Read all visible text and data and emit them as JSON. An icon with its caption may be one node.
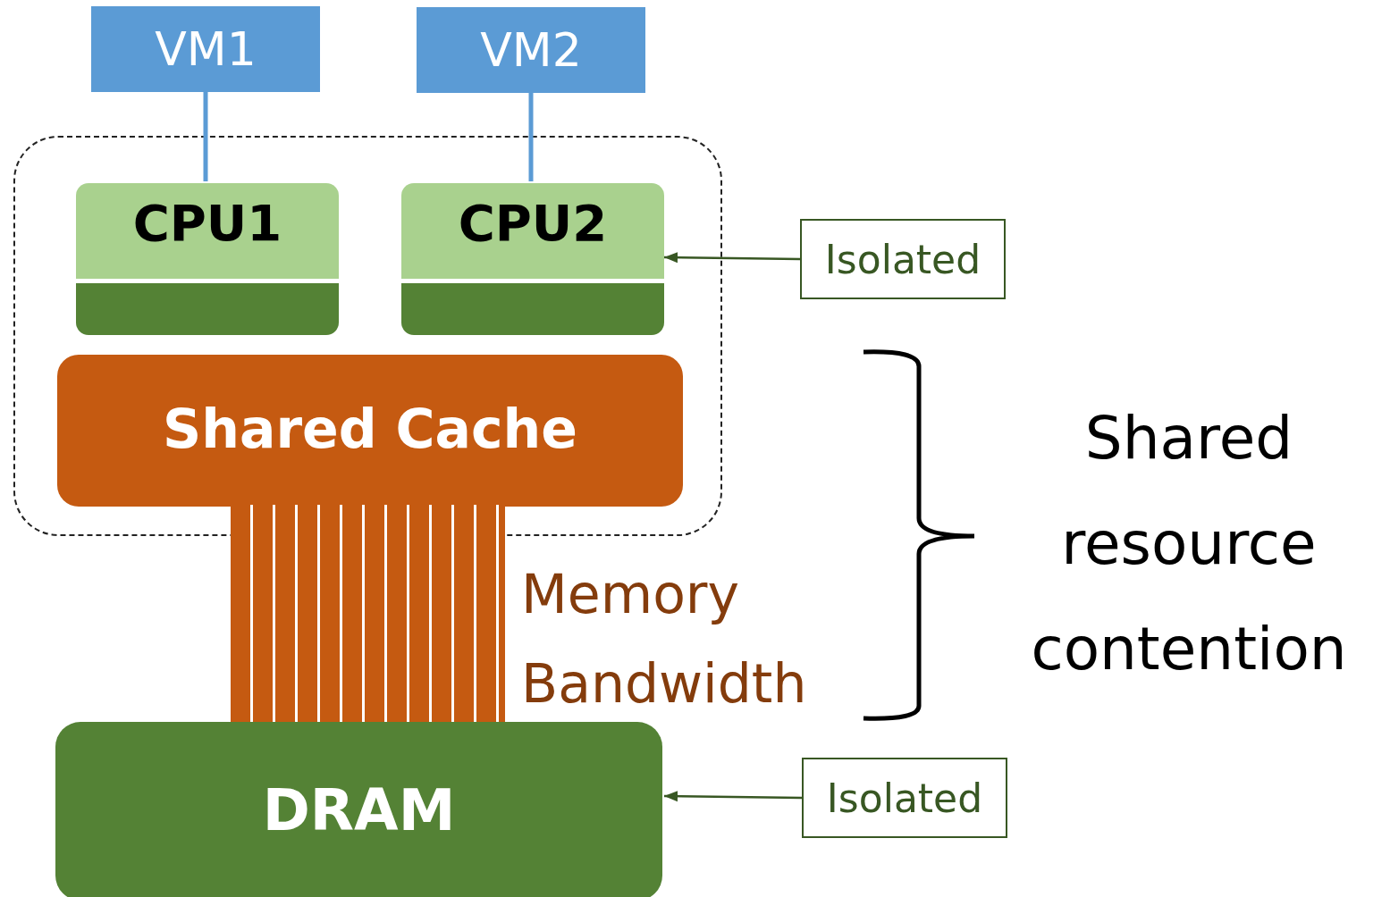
{
  "diagram": {
    "nodes": [
      {
        "text": [
          "VM1"
        ]
      },
      {
        "text": [
          "VM2"
        ]
      },
      {
        "text": [],
        "shape": "box"
      },
      {
        "text": [
          "CPU1"
        ],
        "in": 2
      },
      {
        "text": [
          "CPU2"
        ],
        "in": 2
      },
      {
        "text": [
          "Shared Cache"
        ],
        "in": 2
      },
      {
        "text": [],
        "shape": "bar",
        "beside": [
          "Memory Bandwidth"
        ]
      },
      {
        "text": [
          "DRAM"
        ]
      },
      {
        "text": [
          "Isolated"
        ]
      },
      {
        "text": [
          "Isolated"
        ]
      }
    ],
    "edges": [
      {
        "from": 0,
        "to": 3,
        "arrow": "none",
        "style": "thick",
        "color": "#5b9bd5"
      },
      {
        "from": 1,
        "to": 4,
        "arrow": "none",
        "style": "thick",
        "color": "#5b9bd5"
      },
      {
        "from": 8,
        "to": 4,
        "arrow": "to",
        "color": "#385723"
      },
      {
        "from": 9,
        "to": 7,
        "arrow": "to",
        "color": "#385723"
      }
    ],
    "labels": [
      "Shared resource contention"
    ]
  }
}
